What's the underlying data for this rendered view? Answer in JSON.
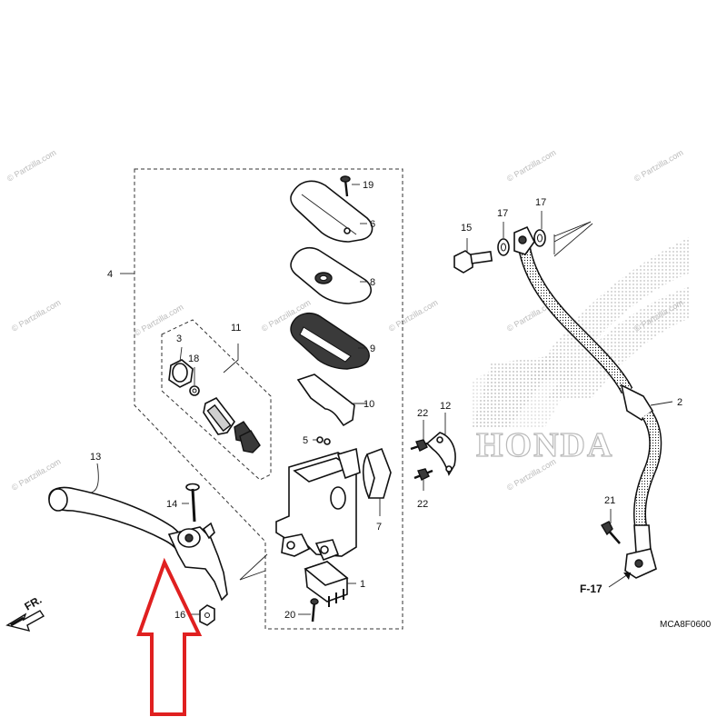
{
  "callouts": {
    "c1": "1",
    "c2": "2",
    "c3": "3",
    "c4": "4",
    "c5": "5",
    "c6": "6",
    "c7": "7",
    "c8": "8",
    "c9": "9",
    "c10": "10",
    "c11": "11",
    "c12": "12",
    "c13": "13",
    "c14": "14",
    "c15": "15",
    "c16": "16",
    "c17a": "17",
    "c17b": "17",
    "c18": "18",
    "c19": "19",
    "c20": "20",
    "c21": "21",
    "c22a": "22",
    "c22b": "22"
  },
  "references": {
    "page_ref": "F-17",
    "direction": "FR.",
    "diagram_code": "MCA8F0600"
  },
  "branding": {
    "brand_text": "HONDA",
    "watermark": "© Partzilla.com"
  },
  "colors": {
    "highlight_arrow": "#e02020",
    "line": "#111111",
    "watermark": "#bbbbbb"
  }
}
